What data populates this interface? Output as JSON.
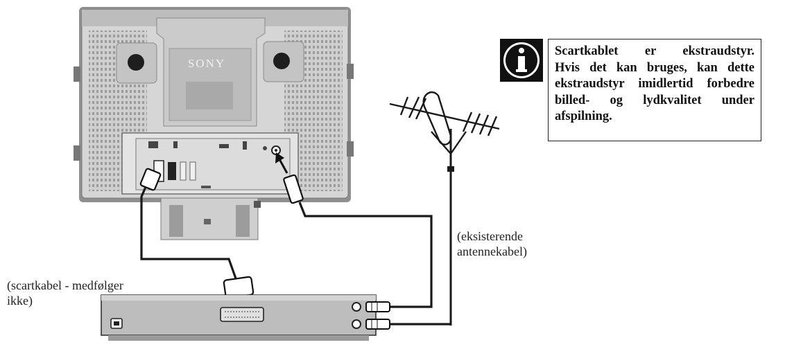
{
  "tv": {
    "brand": "SONY"
  },
  "info_box": {
    "lines": [
      "Scartkablet er ekstraudstyr.",
      "Hvis det kan bruges, kan dette",
      "ekstraudstyr imidlertid forbedre",
      "billed- og lydkvalitet under",
      "afspilning."
    ],
    "icon": "info-icon"
  },
  "captions": {
    "antenna_cable": [
      "(eksisterende",
      "antennekabel)"
    ],
    "scart_cable": [
      "(scartkabel - medfølger",
      "ikke)"
    ]
  },
  "colors": {
    "line": "#1a1a1a",
    "panel": "#d9d9d9",
    "panel_dark": "#8c8c8c"
  }
}
